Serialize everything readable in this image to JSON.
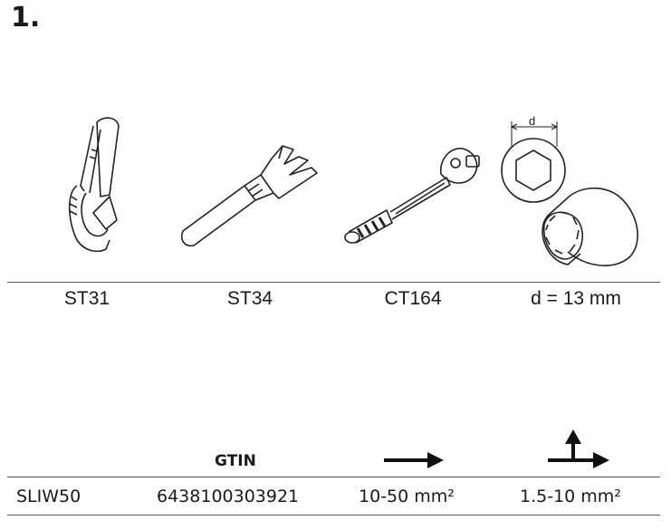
{
  "step_number": "1.",
  "tools": [
    {
      "label": "ST31",
      "icon": "wrench-icon"
    },
    {
      "label": "ST34",
      "icon": "stripping-tool-icon"
    },
    {
      "label": "CT164",
      "icon": "ratchet-icon"
    },
    {
      "label": "d = 13 mm",
      "icon": "hex-socket-icon",
      "dimension_label": "d"
    }
  ],
  "table": {
    "headers": {
      "gtin": "GTIN",
      "col3_icon": "arrow-right-icon",
      "col4_icon": "arrow-branch-icon"
    },
    "row": {
      "product": "SLIW50",
      "gtin": "6438100303921",
      "main": "10-50 mm²",
      "branch": "1.5-10 mm²"
    }
  }
}
